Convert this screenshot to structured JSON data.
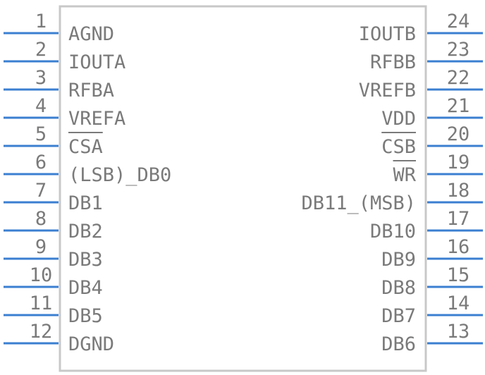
{
  "left_pins": [
    {
      "number": "1",
      "label": "AGND",
      "overbar": false
    },
    {
      "number": "2",
      "label": "IOUTA",
      "overbar": false
    },
    {
      "number": "3",
      "label": "RFBA",
      "overbar": false
    },
    {
      "number": "4",
      "label": "VREFA",
      "overbar": false
    },
    {
      "number": "5",
      "label": "CSA",
      "overbar": true
    },
    {
      "number": "6",
      "label": "(LSB)_DB0",
      "overbar": false
    },
    {
      "number": "7",
      "label": "DB1",
      "overbar": false
    },
    {
      "number": "8",
      "label": "DB2",
      "overbar": false
    },
    {
      "number": "9",
      "label": "DB3",
      "overbar": false
    },
    {
      "number": "10",
      "label": "DB4",
      "overbar": false
    },
    {
      "number": "11",
      "label": "DB5",
      "overbar": false
    },
    {
      "number": "12",
      "label": "DGND",
      "overbar": false
    }
  ],
  "right_pins": [
    {
      "number": "24",
      "label": "IOUTB",
      "overbar": false
    },
    {
      "number": "23",
      "label": "RFBB",
      "overbar": false
    },
    {
      "number": "22",
      "label": "VREFB",
      "overbar": false
    },
    {
      "number": "21",
      "label": "VDD",
      "overbar": false
    },
    {
      "number": "20",
      "label": "CSB",
      "overbar": true
    },
    {
      "number": "19",
      "label": "WR",
      "overbar": true
    },
    {
      "number": "18",
      "label": "DB11_(MSB)",
      "overbar": false
    },
    {
      "number": "17",
      "label": "DB10",
      "overbar": false
    },
    {
      "number": "16",
      "label": "DB9",
      "overbar": false
    },
    {
      "number": "15",
      "label": "DB8",
      "overbar": false
    },
    {
      "number": "14",
      "label": "DB7",
      "overbar": false
    },
    {
      "number": "13",
      "label": "DB6",
      "overbar": false
    }
  ],
  "colors": {
    "pin": "#3b7fd1",
    "body": "#c8c8c8",
    "text": "#7a7a7a"
  }
}
